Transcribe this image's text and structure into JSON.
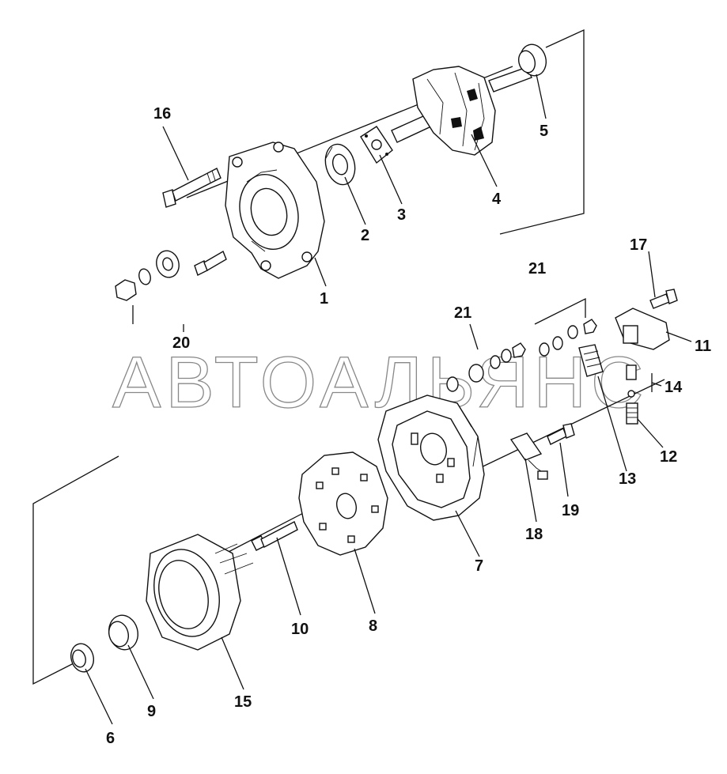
{
  "watermark": "АВТОАЛЬЯНС",
  "parts": [
    {
      "id": "1",
      "label": "1"
    },
    {
      "id": "2",
      "label": "2"
    },
    {
      "id": "3",
      "label": "3"
    },
    {
      "id": "4",
      "label": "4"
    },
    {
      "id": "5",
      "label": "5"
    },
    {
      "id": "6",
      "label": "6"
    },
    {
      "id": "7",
      "label": "7"
    },
    {
      "id": "8",
      "label": "8"
    },
    {
      "id": "9",
      "label": "9"
    },
    {
      "id": "10",
      "label": "10"
    },
    {
      "id": "11",
      "label": "11"
    },
    {
      "id": "12",
      "label": "12"
    },
    {
      "id": "13",
      "label": "13"
    },
    {
      "id": "14",
      "label": "14"
    },
    {
      "id": "15",
      "label": "15"
    },
    {
      "id": "16",
      "label": "16"
    },
    {
      "id": "17",
      "label": "17"
    },
    {
      "id": "18",
      "label": "18"
    },
    {
      "id": "19",
      "label": "19"
    },
    {
      "id": "20",
      "label": "20"
    },
    {
      "id": "21a",
      "label": "21"
    },
    {
      "id": "21b",
      "label": "21"
    }
  ]
}
